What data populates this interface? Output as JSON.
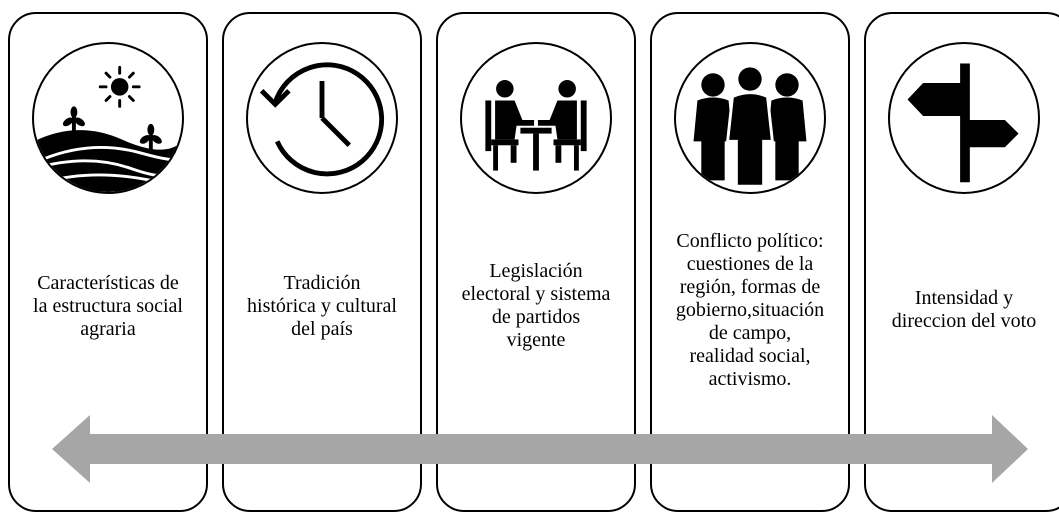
{
  "panels": [
    {
      "label": "Características de\nla estructura social\nagraria",
      "icon": "farm-landscape-icon"
    },
    {
      "label": "Tradición\nhistórica y cultural\ndel país",
      "icon": "history-clock-icon"
    },
    {
      "label": "Legislación\nelectoral y sistema\nde partidos\nvigente",
      "icon": "meeting-table-icon"
    },
    {
      "label": "Conflicto político:\ncuestiones de la\nregión, formas de\ngobierno,situación\nde campo,\nrealidad social,\nactivismo.",
      "icon": "group-people-icon"
    },
    {
      "label": "Intensidad y\ndireccion del voto",
      "icon": "signpost-icon"
    }
  ],
  "arrow": {
    "color": "#a6a6a6",
    "direction": "double-headed"
  }
}
